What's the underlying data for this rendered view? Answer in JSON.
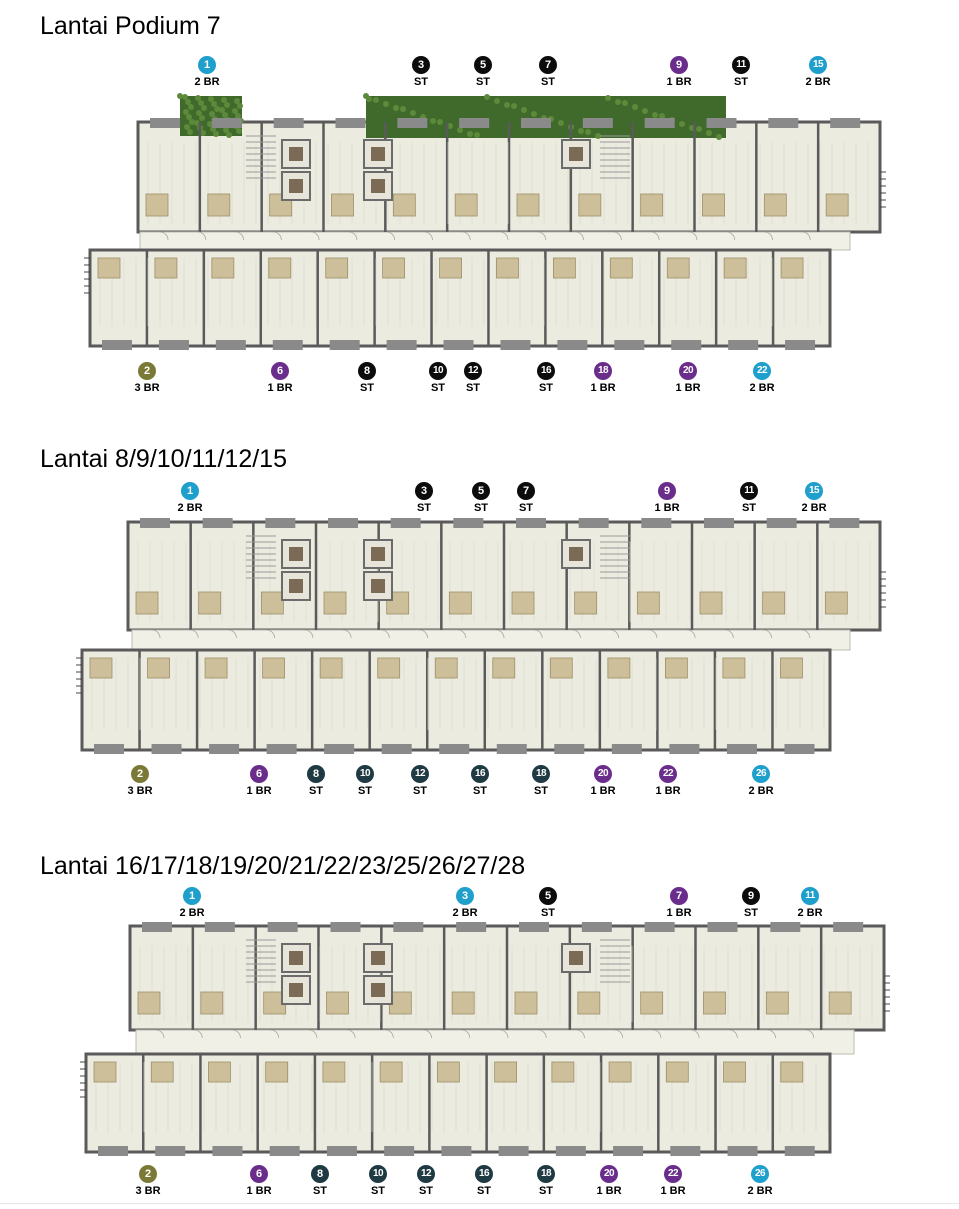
{
  "colors": {
    "ST": "#0c0c0c",
    "ST_dark": "#1f3a43",
    "1BR": "#6a2d8c",
    "2BR": "#1f9fcc",
    "3BR": "#7a7a36"
  },
  "floors": [
    {
      "title": "Lantai Podium 7",
      "top_units": [
        {
          "num": "1",
          "type": "2 BR",
          "cat": "2BR"
        },
        {
          "num": "3",
          "type": "ST",
          "cat": "ST"
        },
        {
          "num": "5",
          "type": "ST",
          "cat": "ST"
        },
        {
          "num": "7",
          "type": "ST",
          "cat": "ST"
        },
        {
          "num": "9",
          "type": "1 BR",
          "cat": "1BR"
        },
        {
          "num": "11",
          "type": "ST",
          "cat": "ST"
        },
        {
          "num": "15",
          "type": "2 BR",
          "cat": "2BR"
        }
      ],
      "bottom_units": [
        {
          "num": "2",
          "type": "3 BR",
          "cat": "3BR"
        },
        {
          "num": "6",
          "type": "1 BR",
          "cat": "1BR"
        },
        {
          "num": "8",
          "type": "ST",
          "cat": "ST"
        },
        {
          "num": "10",
          "type": "ST",
          "cat": "ST"
        },
        {
          "num": "12",
          "type": "ST",
          "cat": "ST"
        },
        {
          "num": "16",
          "type": "ST",
          "cat": "ST"
        },
        {
          "num": "18",
          "type": "1 BR",
          "cat": "1BR"
        },
        {
          "num": "20",
          "type": "1 BR",
          "cat": "1BR"
        },
        {
          "num": "22",
          "type": "2 BR",
          "cat": "2BR"
        }
      ]
    },
    {
      "title": "Lantai 8/9/10/11/12/15",
      "top_units": [
        {
          "num": "1",
          "type": "2 BR",
          "cat": "2BR"
        },
        {
          "num": "3",
          "type": "ST",
          "cat": "ST"
        },
        {
          "num": "5",
          "type": "ST",
          "cat": "ST"
        },
        {
          "num": "7",
          "type": "ST",
          "cat": "ST"
        },
        {
          "num": "9",
          "type": "1 BR",
          "cat": "1BR"
        },
        {
          "num": "11",
          "type": "ST",
          "cat": "ST"
        },
        {
          "num": "15",
          "type": "2 BR",
          "cat": "2BR"
        }
      ],
      "bottom_units": [
        {
          "num": "2",
          "type": "3 BR",
          "cat": "3BR"
        },
        {
          "num": "6",
          "type": "1 BR",
          "cat": "1BR"
        },
        {
          "num": "8",
          "type": "ST",
          "cat": "ST_dark"
        },
        {
          "num": "10",
          "type": "ST",
          "cat": "ST_dark"
        },
        {
          "num": "12",
          "type": "ST",
          "cat": "ST_dark"
        },
        {
          "num": "16",
          "type": "ST",
          "cat": "ST_dark"
        },
        {
          "num": "18",
          "type": "ST",
          "cat": "ST_dark"
        },
        {
          "num": "20",
          "type": "1 BR",
          "cat": "1BR"
        },
        {
          "num": "22",
          "type": "1 BR",
          "cat": "1BR"
        },
        {
          "num": "26",
          "type": "2 BR",
          "cat": "2BR"
        }
      ]
    },
    {
      "title": "Lantai 16/17/18/19/20/21/22/23/25/26/27/28",
      "top_units": [
        {
          "num": "1",
          "type": "2 BR",
          "cat": "2BR"
        },
        {
          "num": "3",
          "type": "2 BR",
          "cat": "2BR"
        },
        {
          "num": "5",
          "type": "ST",
          "cat": "ST"
        },
        {
          "num": "7",
          "type": "1 BR",
          "cat": "1BR"
        },
        {
          "num": "9",
          "type": "ST",
          "cat": "ST"
        },
        {
          "num": "11",
          "type": "2 BR",
          "cat": "2BR"
        }
      ],
      "bottom_units": [
        {
          "num": "2",
          "type": "3 BR",
          "cat": "3BR"
        },
        {
          "num": "6",
          "type": "1 BR",
          "cat": "1BR"
        },
        {
          "num": "8",
          "type": "ST",
          "cat": "ST_dark"
        },
        {
          "num": "10",
          "type": "ST",
          "cat": "ST_dark"
        },
        {
          "num": "12",
          "type": "ST",
          "cat": "ST_dark"
        },
        {
          "num": "16",
          "type": "ST",
          "cat": "ST_dark"
        },
        {
          "num": "18",
          "type": "ST",
          "cat": "ST_dark"
        },
        {
          "num": "20",
          "type": "1 BR",
          "cat": "1BR"
        },
        {
          "num": "22",
          "type": "1 BR",
          "cat": "1BR"
        },
        {
          "num": "26",
          "type": "2 BR",
          "cat": "2BR"
        }
      ]
    }
  ]
}
